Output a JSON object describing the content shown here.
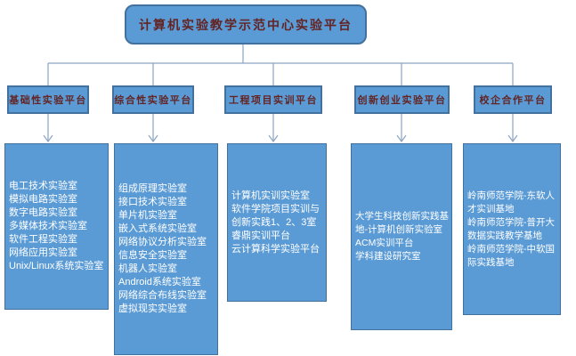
{
  "diagram": {
    "title": "计算机实验教学示范中心实验平台",
    "platforms": [
      {
        "label": "基础性实验平台",
        "items": [
          "电工技术实验室",
          "模拟电路实验室",
          "数字电路实验室",
          "多媒体技术实验室",
          "软件工程实验室",
          "网络应用实验室",
          "Unix/Linux系统实验室"
        ]
      },
      {
        "label": "综合性实验平台",
        "items": [
          "组成原理实验室",
          "接口技术实验室",
          "单片机实验室",
          "嵌入式系统实验室",
          "网络协议分析实验室",
          "信息安全实验室",
          "机器人实验室",
          "Android系统实验室",
          "网络综合布线实验室",
          "虚拟现实实验室"
        ]
      },
      {
        "label": "工程项目实训平台",
        "items": [
          "计算机实训实验室",
          "软件学院项目实训与创新实践1、2、3室",
          "睿鼎实训平台",
          "云计算科学实验平台"
        ]
      },
      {
        "label": "创新创业实验平台",
        "items": [
          "大学生科技创新实践基地-计算机创新实验室",
          "ACM实训平台",
          "学科建设研究室"
        ]
      },
      {
        "label": "校企合作平台",
        "items": [
          "岭南师范学院-东软人才实训基地",
          "岭南师范学院-普开大数据实践教学基地",
          "岭南师范学院-中软国际实践基地"
        ]
      }
    ],
    "colors": {
      "box_fill": "#5B9BD5",
      "box_border": "#41719C",
      "header_text": "#632423",
      "leaf_text": "#FFFFFF",
      "connector": "#8CA5C0",
      "background": "#FFFFFF"
    }
  }
}
